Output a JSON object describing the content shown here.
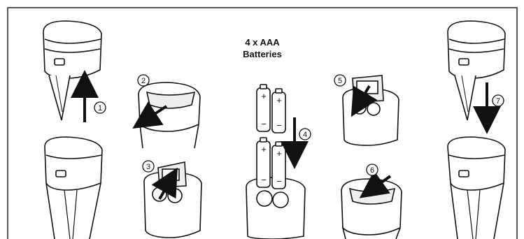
{
  "title": {
    "line1": "4 x AAA",
    "line2": "Batteries"
  },
  "steps": [
    "1",
    "2",
    "3",
    "4",
    "5",
    "6",
    "7"
  ],
  "battery": {
    "plus": "+",
    "minus": "−"
  },
  "colors": {
    "ink": "#111111",
    "frame": "#222222",
    "fill": "#ffffff",
    "shade": "#e6e6e6"
  }
}
